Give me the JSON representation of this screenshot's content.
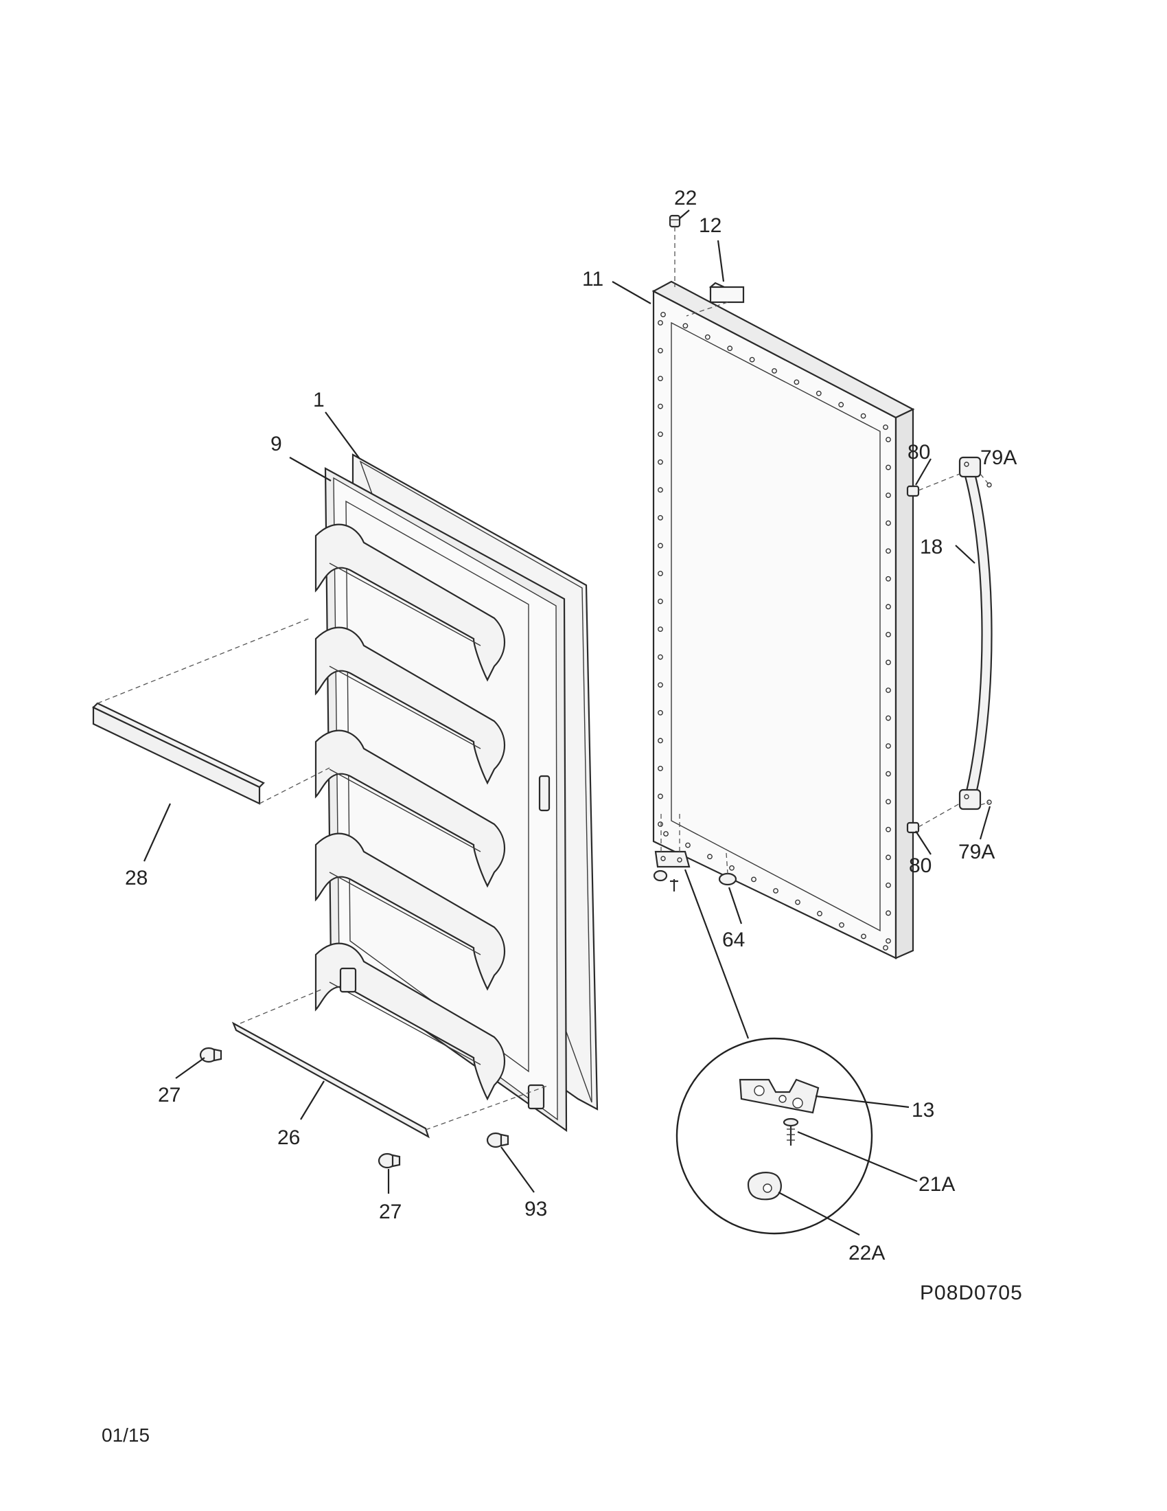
{
  "callouts": {
    "c1": "1",
    "c9": "9",
    "c11": "11",
    "c12": "12",
    "c13": "13",
    "c18": "18",
    "c21a": "21A",
    "c22": "22",
    "c22a": "22A",
    "c26": "26",
    "c27a": "27",
    "c27b": "27",
    "c28": "28",
    "c64": "64",
    "c79a_top": "79A",
    "c79a_bottom": "79A",
    "c80_top": "80",
    "c80_bottom": "80",
    "c93": "93"
  },
  "figure_code": "P08D0705",
  "date": "01/15"
}
